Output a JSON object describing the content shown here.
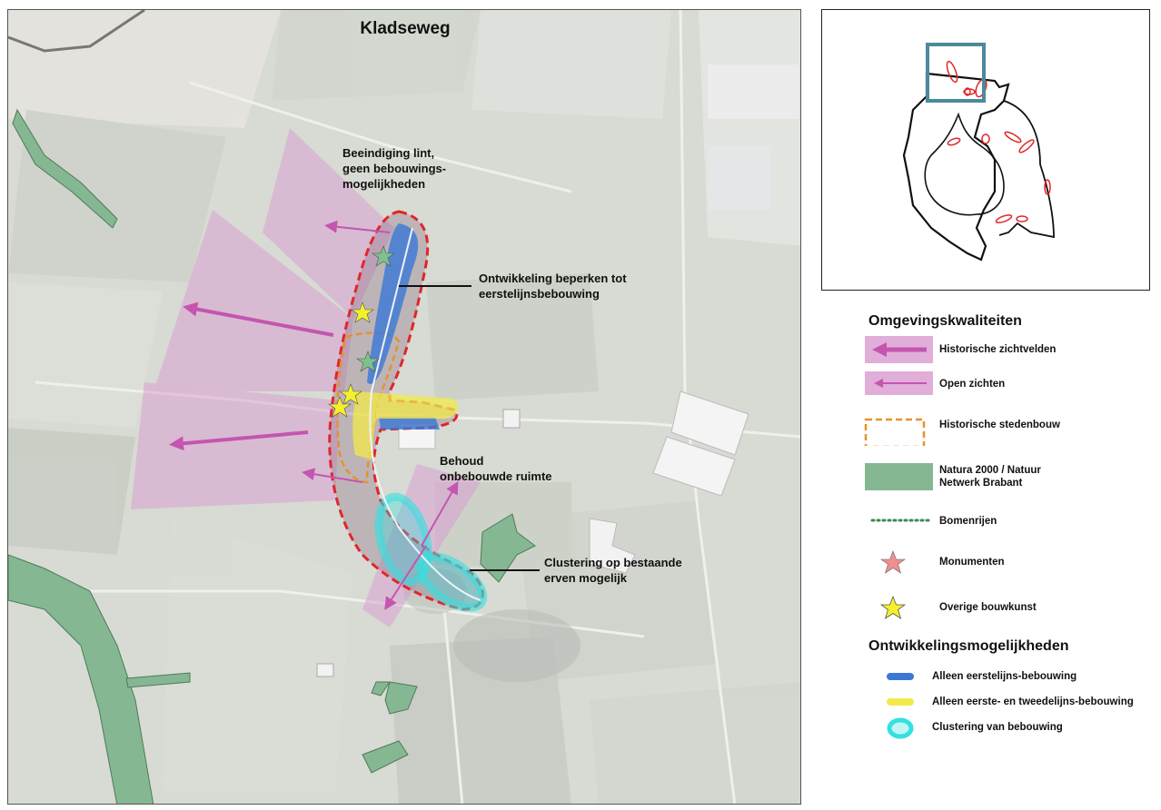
{
  "map": {
    "title": "Kladseweg",
    "annotations": {
      "end_ribbon": [
        "Beeindiging lint,",
        "geen bebouwings-",
        "mogelijkheden"
      ],
      "limit_development": [
        "Ontwikkeling beperken tot",
        "eerstelijnsbebouwing"
      ],
      "preserve_space": [
        "Behoud",
        "onbebouwde ruimte"
      ],
      "clustering": [
        "Clustering op bestaande",
        "erven mogelijk"
      ]
    }
  },
  "legend": {
    "section1_title": "Omgevingskwaliteiten",
    "section2_title": "Ontwikkelingsmogelijkheden",
    "items1": [
      {
        "label": "Historische zichtvelden",
        "icon": "thick-pink-arrow"
      },
      {
        "label": "Open zichten",
        "icon": "thin-pink-arrow"
      },
      {
        "label": "Historische stedenbouw",
        "icon": "orange-dashed-box"
      },
      {
        "label": "Natura 2000 / Natuur",
        "label2": "Netwerk Brabant",
        "icon": "green-area"
      },
      {
        "label": "Bomenrijen",
        "icon": "green-dotted-line"
      },
      {
        "label": "Monumenten",
        "icon": "pink-star"
      },
      {
        "label": "Overige bouwkunst",
        "icon": "yellow-star"
      }
    ],
    "items2": [
      {
        "label": "Alleen eerstelijns-bebouwing",
        "icon": "blue-line"
      },
      {
        "label": "Alleen eerste- en tweedelijns-bebouwing",
        "icon": "yellow-line"
      },
      {
        "label": "Clustering van bebouwing",
        "icon": "cyan-ring"
      }
    ]
  },
  "colors": {
    "sightline": "#c455b0",
    "sightline_field": "#d99ad0",
    "boundary": "#e0262a",
    "first_line": "#3b78d6",
    "second_line": "#f2ea4a",
    "clustering": "#34e0e0",
    "historic_urban": "#e8912e",
    "nature": "#86b793",
    "inset_frame": "#4b8a9a"
  }
}
